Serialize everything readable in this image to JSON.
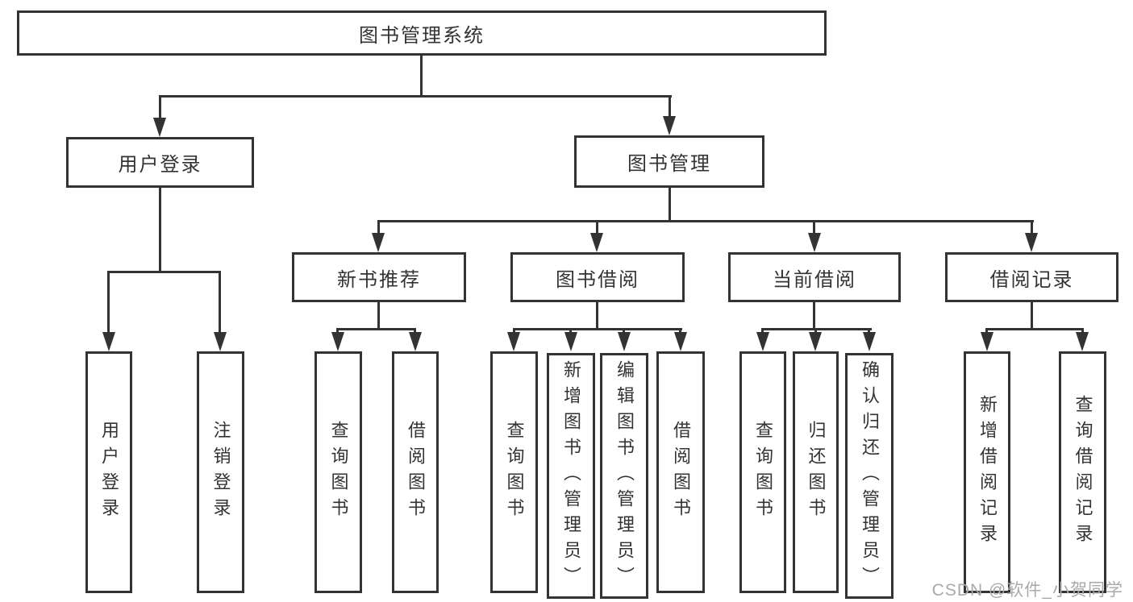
{
  "diagram": {
    "type": "hierarchy-tree",
    "orientation": "top-down",
    "colors": {
      "line": "#333333",
      "box_border": "#333333",
      "text": "#333333",
      "background": "#ffffff",
      "watermark": "#a9a9a9"
    }
  },
  "tree": {
    "label": "图书管理系统",
    "children": [
      {
        "label": "用户登录",
        "children": [
          {
            "label": "用户登录"
          },
          {
            "label": "注销登录"
          }
        ]
      },
      {
        "label": "图书管理",
        "children": [
          {
            "label": "新书推荐",
            "children": [
              {
                "label": "查询图书"
              },
              {
                "label": "借阅图书"
              }
            ]
          },
          {
            "label": "图书借阅",
            "children": [
              {
                "label": "查询图书"
              },
              {
                "label": "新增图书（管理员）"
              },
              {
                "label": "编辑图书（管理员）"
              },
              {
                "label": "借阅图书"
              }
            ]
          },
          {
            "label": "当前借阅",
            "children": [
              {
                "label": "查询图书"
              },
              {
                "label": "归还图书"
              },
              {
                "label": "确认归还（管理员）"
              }
            ]
          },
          {
            "label": "借阅记录",
            "children": [
              {
                "label": "新增借阅记录"
              },
              {
                "label": "查询借阅记录"
              }
            ]
          }
        ]
      }
    ]
  },
  "watermark": {
    "text": "CSDN @软件_小贺同学"
  }
}
